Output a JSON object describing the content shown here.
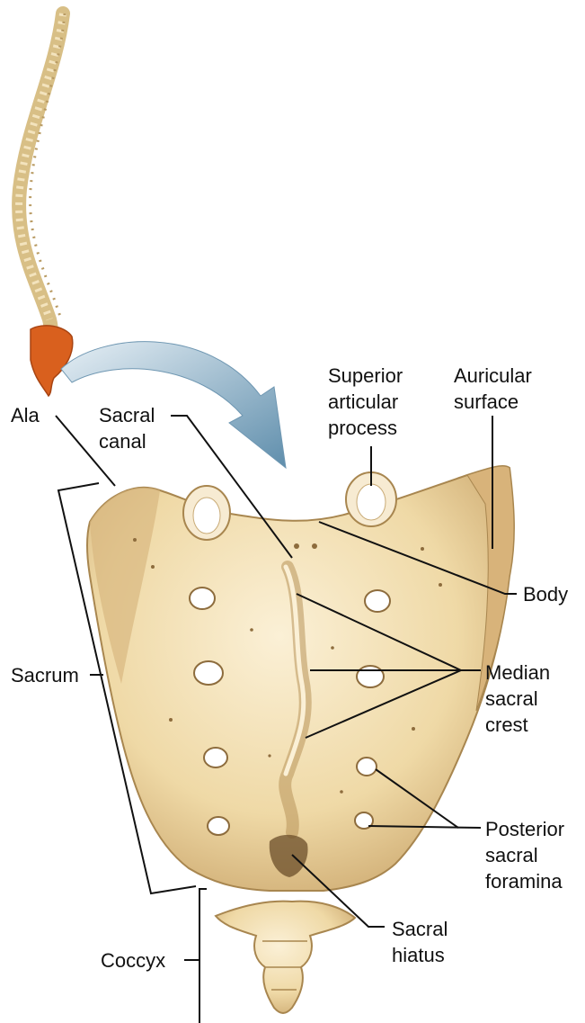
{
  "colors": {
    "bone": "#efd9a6",
    "bone_light": "#f8ead0",
    "bone_shadow": "#c9a96e",
    "bone_dark": "#9c7a47",
    "sacrum_highlight": "#d9601e",
    "arrow": "#7fa6bf",
    "leader": "#111111"
  },
  "labels": {
    "ala": "Ala",
    "sacral_canal": "Sacral\ncanal",
    "superior_articular_process": "Superior\narticular\nprocess",
    "auricular_surface": "Auricular\nsurface",
    "body": "Body",
    "median_sacral_crest": "Median\nsacral\ncrest",
    "sacrum": "Sacrum",
    "posterior_sacral_foramina": "Posterior\nsacral\nforamina",
    "sacral_hiatus": "Sacral\nhiatus",
    "coccyx": "Coccyx"
  }
}
